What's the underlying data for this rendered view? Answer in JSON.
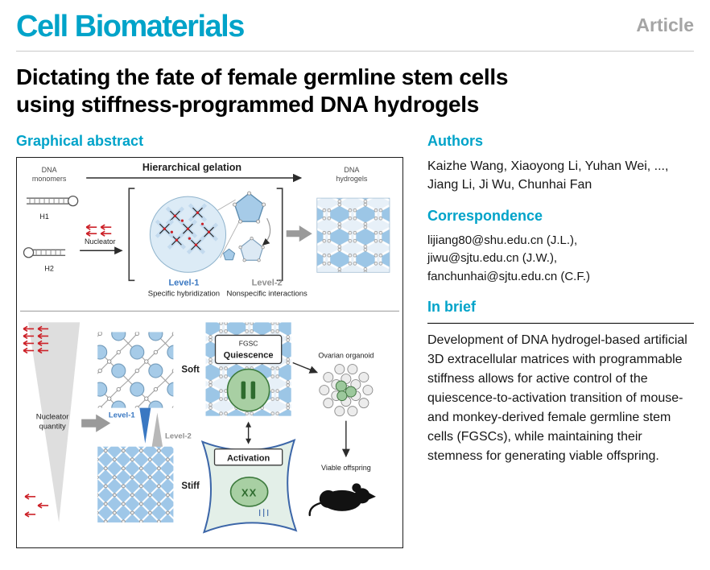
{
  "colors": {
    "brand_teal": "#00a3c9",
    "article_gray": "#a5a5a5",
    "level1_blue": "#3a78c2",
    "level2_gray": "#8f8f8f",
    "nucleator_red": "#cc2027",
    "network_blue": "#9cc6e6",
    "cell_green": "#a8cfa3"
  },
  "header": {
    "journal_name": "Cell Biomaterials",
    "article_type": "Article"
  },
  "title_lines": [
    "Dictating the fate of female germline stem cells",
    "using stiffness-programmed DNA hydrogels"
  ],
  "left": {
    "heading": "Graphical abstract",
    "figure": {
      "top": {
        "dna_monomers": [
          "DNA",
          "monomers"
        ],
        "gelation_title": "Hierarchical gelation",
        "dna_hydrogels": [
          "DNA",
          "hydrogels"
        ],
        "h1_label": "H1",
        "h2_label": "H2",
        "nucleator_label": "Nucleator",
        "level1_label": "Level-1",
        "level1_caption": "Specific hybridization",
        "level2_label": "Level-2",
        "level2_caption": "Nonspecific interactions"
      },
      "bottom": {
        "nucleator_quantity": [
          "Nucleator",
          "quantity"
        ],
        "level1_label": "Level-1",
        "level2_label": "Level-2",
        "soft_label": "Soft",
        "stiff_label": "Stiff",
        "fgsc_label": "FGSC",
        "quiescence_label": "Quiescence",
        "activation_label": "Activation",
        "ovarian_organoid_label": "Ovarian organoid",
        "viable_offspring_label": "Viable offspring"
      }
    }
  },
  "right": {
    "authors": {
      "heading": "Authors",
      "names": "Kaizhe Wang, Xiaoyong Li, Yuhan Wei, ..., Jiang Li, Ji Wu, Chunhai Fan"
    },
    "correspondence": {
      "heading": "Correspondence",
      "lines": [
        "lijiang80@shu.edu.cn (J.L.),",
        "jiwu@sjtu.edu.cn (J.W.),",
        "fanchunhai@sjtu.edu.cn (C.F.)"
      ]
    },
    "in_brief": {
      "heading": "In brief",
      "text": "Development of DNA hydrogel-based artificial 3D extracellular matrices with programmable stiffness allows for active control of the quiescence-to-activation transition of mouse- and monkey-derived female germline stem cells (FGSCs), while maintaining their stemness for generating viable offspring."
    }
  }
}
